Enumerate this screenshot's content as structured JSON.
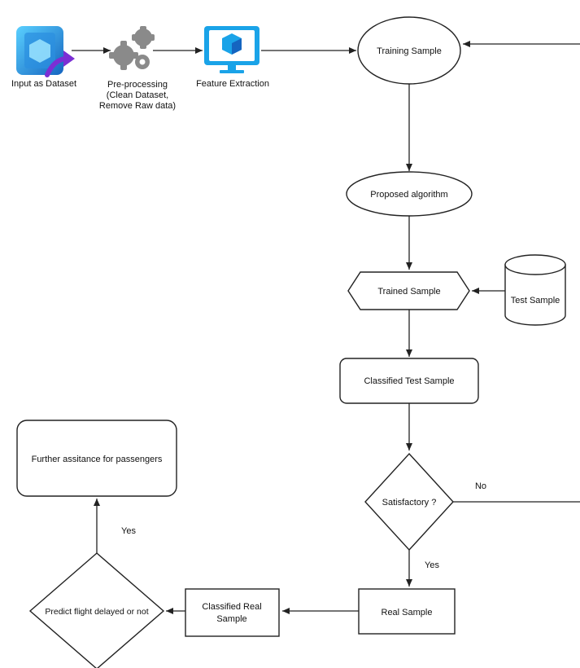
{
  "input_step": {
    "label": "Input as Dataset",
    "icon": "dataset-export-icon"
  },
  "preprocess_step": {
    "line1": "Pre-processing",
    "line2": "(Clean Dataset,",
    "line3": "Remove Raw data)",
    "icon": "gears-icon"
  },
  "feature_step": {
    "label": "Feature Extraction",
    "icon": "monitor-cube-icon"
  },
  "training_sample": "Training Sample",
  "proposed_algorithm": "Proposed algorithm",
  "trained_sample": "Trained Sample",
  "test_sample": "Test Sample",
  "classified_test_sample": "Classified Test Sample",
  "satisfactory": "Satisfactory ?",
  "no_label": "No",
  "yes_label_1": "Yes",
  "real_sample": "Real Sample",
  "classified_real_sample": {
    "line1": "Classified Real",
    "line2": "Sample"
  },
  "predict_flight": "Predict flight delayed or not",
  "yes_label_2": "Yes",
  "further_assistance": "Further assitance for passengers",
  "colors": {
    "icon_blue": "#1aa3e8",
    "icon_dark_blue": "#1565c0",
    "icon_purple": "#7b2fd4",
    "gear_gray": "#8a8a8a"
  }
}
